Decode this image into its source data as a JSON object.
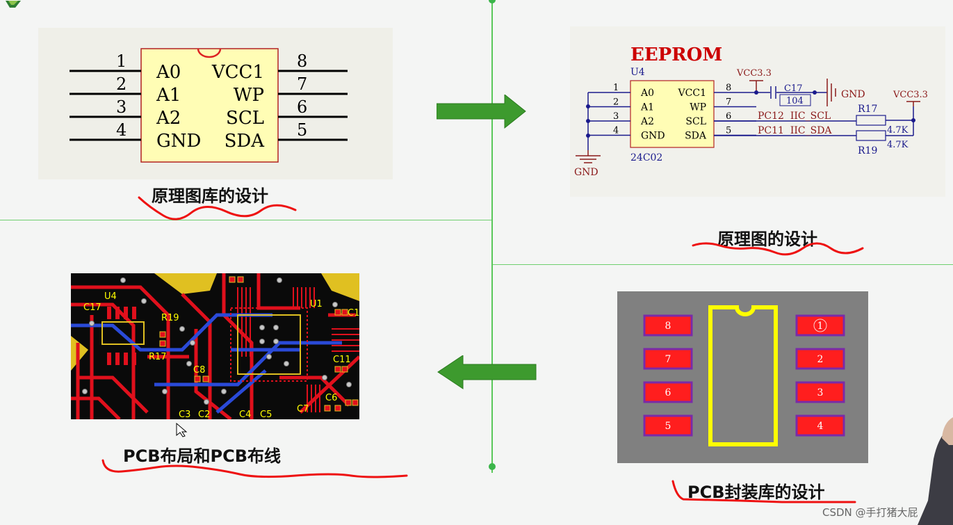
{
  "symbol": {
    "left_pins": [
      {
        "num": "1",
        "name": "A0"
      },
      {
        "num": "2",
        "name": "A1"
      },
      {
        "num": "3",
        "name": "A2"
      },
      {
        "num": "4",
        "name": "GND"
      }
    ],
    "right_pins": [
      {
        "num": "8",
        "name": "VCC1"
      },
      {
        "num": "7",
        "name": "WP"
      },
      {
        "num": "6",
        "name": "SCL"
      },
      {
        "num": "5",
        "name": "SDA"
      }
    ],
    "caption": "原理图库的设计"
  },
  "schematic": {
    "title": "EEPROM",
    "designator": "U4",
    "part": "24C02",
    "vcc_label_1": "VCC3.3",
    "vcc_label_2": "VCC3.3",
    "cap_designator": "C17",
    "cap_value": "104",
    "gnd_label_right": "GND",
    "gnd_label_left": "GND",
    "left_pins": [
      {
        "num": "1",
        "name": "A0"
      },
      {
        "num": "2",
        "name": "A1"
      },
      {
        "num": "3",
        "name": "A2"
      },
      {
        "num": "4",
        "name": "GND"
      }
    ],
    "right_pins": [
      {
        "num": "8",
        "name": "VCC1"
      },
      {
        "num": "7",
        "name": "WP"
      },
      {
        "num": "6",
        "name": "SCL"
      },
      {
        "num": "5",
        "name": "SDA"
      }
    ],
    "net_scl": "PC12  IIC_SCL",
    "net_sda": "PC11  IIC_SDA",
    "r17": "R17",
    "r19": "R19",
    "r17_value": "4.7K",
    "r19_value": "4.7K",
    "caption": "原理图的设计"
  },
  "pcb_layout": {
    "labels": [
      "U4",
      "C17",
      "R19",
      "R17",
      "C8",
      "C11",
      "C6",
      "C7",
      "C3",
      "C2",
      "C4",
      "C5",
      "U1",
      "C1"
    ],
    "caption": "PCB布局和PCB布线"
  },
  "footprint": {
    "left_pads": [
      "8",
      "7",
      "6",
      "5"
    ],
    "right_pads": [
      "1",
      "2",
      "3",
      "4"
    ],
    "caption": "PCB封装库的设计"
  },
  "watermark": "CSDN @手打猪大屁",
  "colors": {
    "divider": "#5ac85a",
    "arrow": "#3d9a2e",
    "symbol_body": "#fffdb5",
    "symbol_outline": "#b22222",
    "schematic_wire": "#1a1a8c",
    "schematic_title": "#cc0000",
    "pad": "#ff1e1e",
    "pad_outline": "#7a2aa8",
    "silkscreen": "#ffff00",
    "underline": "#ee1111"
  }
}
